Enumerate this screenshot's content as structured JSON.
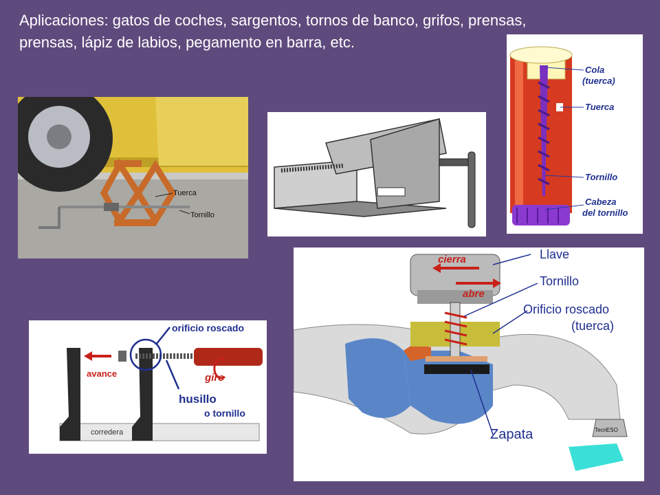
{
  "slide": {
    "caption_line1": "Aplicaciones: gatos de coches, sargentos, tornos de banco, grifos, prensas,",
    "caption_line2": "prensas, lápiz de labios, pegamento en barra, etc."
  },
  "car_jack": {
    "label_nut": "Tuerca",
    "label_screw": "Tornillo"
  },
  "bench_vise": {},
  "glue_stick": {
    "label_tail": "Cola",
    "label_tail_sub": "(tuerca)",
    "label_nut": "Tuerca",
    "label_screw": "Tornillo",
    "label_head": "Cabeza",
    "label_head_sub": "del tornillo"
  },
  "clamp": {
    "label_hole": "orificio roscado",
    "label_advance": "avance",
    "label_turn": "giro",
    "label_spindle": "husillo",
    "label_spindle_sub": "o tornillo",
    "label_slide": "corredera"
  },
  "faucet": {
    "label_closes": "cierra",
    "label_opens": "abre",
    "label_key": "Llave",
    "label_screw": "Tornillo",
    "label_hole": "Orificio roscado",
    "label_hole_sub": "(tuerca)",
    "label_shoe": "Zapata",
    "label_brand": "TecnESO"
  },
  "colors": {
    "background": "#5f4a7d",
    "caption_text": "#ffffff",
    "label_blue": "#1f2f8f",
    "label_red": "#c8201a"
  }
}
